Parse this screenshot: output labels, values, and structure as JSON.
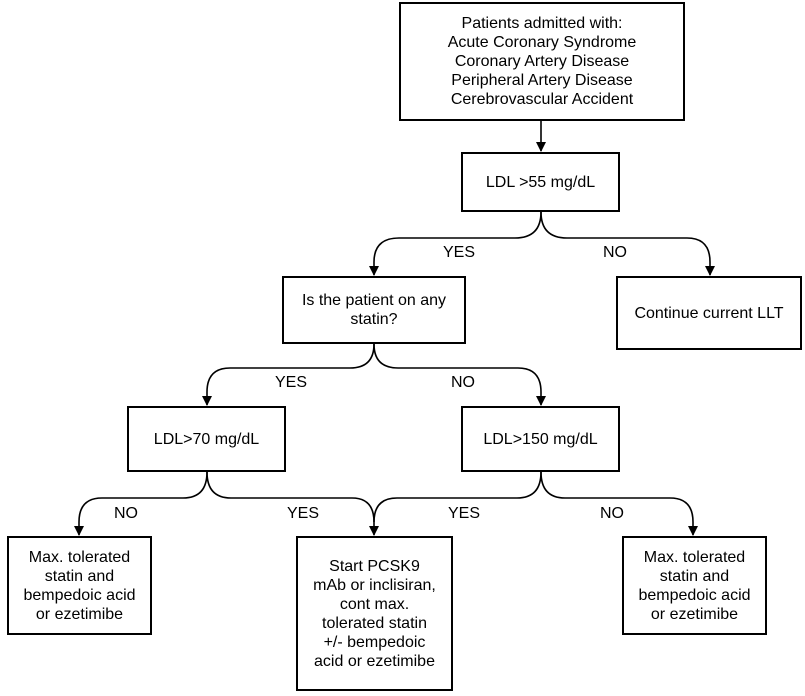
{
  "nodes": {
    "start": [
      "Patients admitted with:",
      "Acute Coronary Syndrome",
      "Coronary Artery Disease",
      "Peripheral Artery Disease",
      "Cerebrovascular Accident"
    ],
    "ldl55": [
      "LDL >55 mg/dL"
    ],
    "on_statin": [
      "Is the patient on any",
      "statin?"
    ],
    "continue": [
      "Continue current LLT"
    ],
    "ldl70": [
      "LDL>70 mg/dL"
    ],
    "ldl150": [
      "LDL>150 mg/dL"
    ],
    "left_result": [
      "Max. tolerated",
      "statin and",
      "bempedoic acid",
      "or ezetimibe"
    ],
    "center_result": [
      "Start PCSK9",
      "mAb or inclisiran,",
      "cont max.",
      "tolerated statin",
      "+/- bempedoic",
      "acid or ezetimibe"
    ],
    "right_result": [
      "Max. tolerated",
      "statin and",
      "bempedoic acid",
      "or ezetimibe"
    ]
  },
  "edge_labels": {
    "ldl55_yes": "YES",
    "ldl55_no": "NO",
    "statin_yes": "YES",
    "statin_no": "NO",
    "ldl70_no": "NO",
    "ldl70_yes": "YES",
    "ldl150_yes": "YES",
    "ldl150_no": "NO"
  }
}
